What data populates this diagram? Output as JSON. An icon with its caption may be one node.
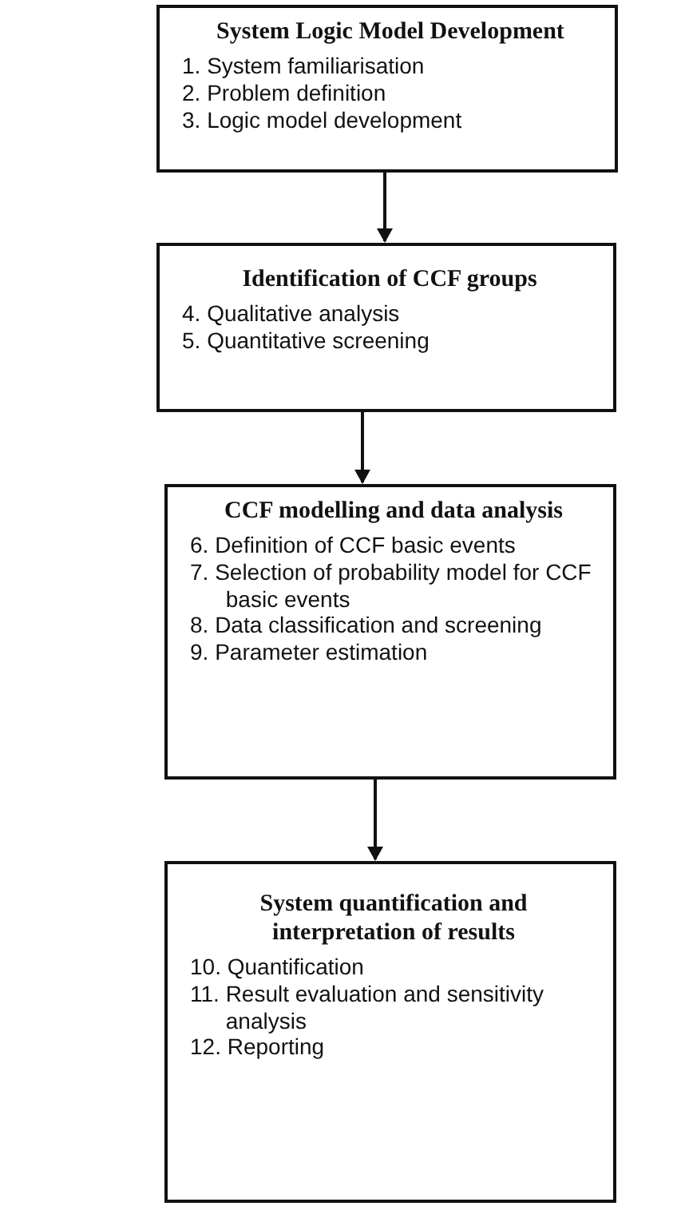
{
  "diagram": {
    "nodes": [
      {
        "text": [
          "System Logic Model Development",
          "1. System familiarisation",
          "2. Problem definition",
          "3. Logic model development"
        ]
      },
      {
        "text": [
          "Identification of CCF groups",
          "4. Qualitative analysis",
          "5. Quantitative screening"
        ]
      },
      {
        "text": [
          "CCF modelling and data analysis",
          "6. Definition of CCF basic events",
          "7. Selection of probability model for CCF basic events",
          "8. Data classification and screening",
          "9. Parameter estimation"
        ]
      },
      {
        "text": [
          "System quantification and interpretation of results",
          "10. Quantification",
          "11. Result evaluation and sensitivity analysis",
          "12. Reporting"
        ]
      }
    ],
    "edges": [
      {
        "from": 0,
        "to": 1,
        "arrow": "to"
      },
      {
        "from": 1,
        "to": 2,
        "arrow": "to"
      },
      {
        "from": 2,
        "to": 3,
        "arrow": "to"
      }
    ]
  }
}
